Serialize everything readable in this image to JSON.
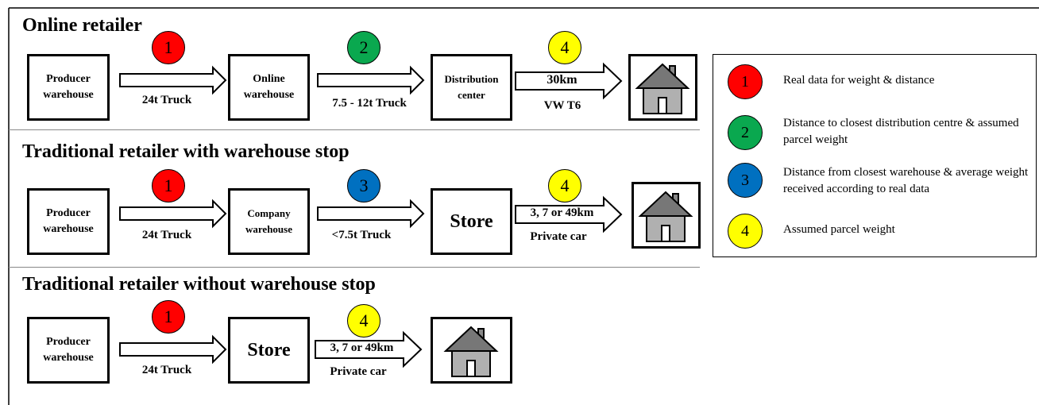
{
  "colors": {
    "red": "#ff0000",
    "green": "#0aa84f",
    "blue": "#0070c0",
    "yellow": "#ffff00"
  },
  "rows": [
    {
      "title": "Online retailer",
      "boxes": [
        "Producer\nwarehouse",
        "Online\nwarehouse",
        "Distribution\ncenter"
      ],
      "arrows": [
        {
          "badge": "1",
          "color": "red",
          "label": "",
          "below": "24t Truck"
        },
        {
          "badge": "2",
          "color": "green",
          "label": "",
          "below": "7.5 - 12t Truck"
        },
        {
          "badge": "4",
          "color": "yellow",
          "label": "30km",
          "below": "VW T6"
        }
      ],
      "icon": "house-icon"
    },
    {
      "title": "Traditional retailer with warehouse stop",
      "boxes": [
        "Producer\nwarehouse",
        "Company\nwarehouse",
        "Store"
      ],
      "arrows": [
        {
          "badge": "1",
          "color": "red",
          "label": "",
          "below": "24t Truck"
        },
        {
          "badge": "3",
          "color": "blue",
          "label": "",
          "below": "<7.5t Truck"
        },
        {
          "badge": "4",
          "color": "yellow",
          "label": "3, 7 or 49km",
          "below": "Private car"
        }
      ],
      "icon": "house-icon"
    },
    {
      "title": "Traditional retailer without warehouse stop",
      "boxes": [
        "Producer\nwarehouse",
        "Store"
      ],
      "arrows": [
        {
          "badge": "1",
          "color": "red",
          "label": "",
          "below": "24t Truck"
        },
        {
          "badge": "4",
          "color": "yellow",
          "label": "3, 7 or 49km",
          "below": "Private car"
        }
      ],
      "icon": "house-icon"
    }
  ],
  "legend": [
    {
      "badge": "1",
      "color": "red",
      "text": "Real data for weight & distance"
    },
    {
      "badge": "2",
      "color": "green",
      "text": "Distance to closest distribution centre & assumed parcel weight"
    },
    {
      "badge": "3",
      "color": "blue",
      "text": "Distance from closest warehouse & average weight received according to real data"
    },
    {
      "badge": "4",
      "color": "yellow",
      "text": "Assumed parcel weight"
    }
  ]
}
